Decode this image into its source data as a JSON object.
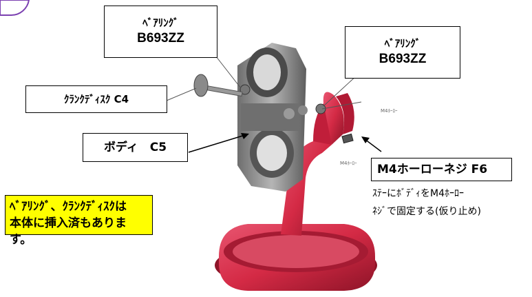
{
  "labels": {
    "bearing_left": {
      "line1": "ﾍﾞｱﾘﾝｸﾞ",
      "line2": "B693ZZ"
    },
    "bearing_right": {
      "line1": "ﾍﾞｱﾘﾝｸﾞ",
      "line2": "B693ZZ"
    },
    "crank_disk": "ｸﾗﾝｸﾃﾞｨｽｸ C4",
    "body": "ボディ　C5",
    "screw": "M4ホーローネジ F6",
    "screw_note": [
      "ｽﾃｰにﾎﾞﾃﾞｨをM4ﾎｰﾛｰ",
      "ﾈｼﾞで固定する(仮り止め)"
    ],
    "notice": [
      "ﾍﾞｱﾘﾝｸﾞ、ｸﾗﾝｸﾃﾞｨｽｸは",
      "本体に挿入済もあります。"
    ],
    "faint_upper": "M4ﾎｰﾛｰ",
    "faint_lower": "M4ﾎｰﾛｰ"
  },
  "colors": {
    "stand": "#d42a45",
    "stand_dark": "#9e1830",
    "body_gray": "#8a8a8a",
    "notice_bg": "#ffff00",
    "accent": "#7a3fb0"
  }
}
